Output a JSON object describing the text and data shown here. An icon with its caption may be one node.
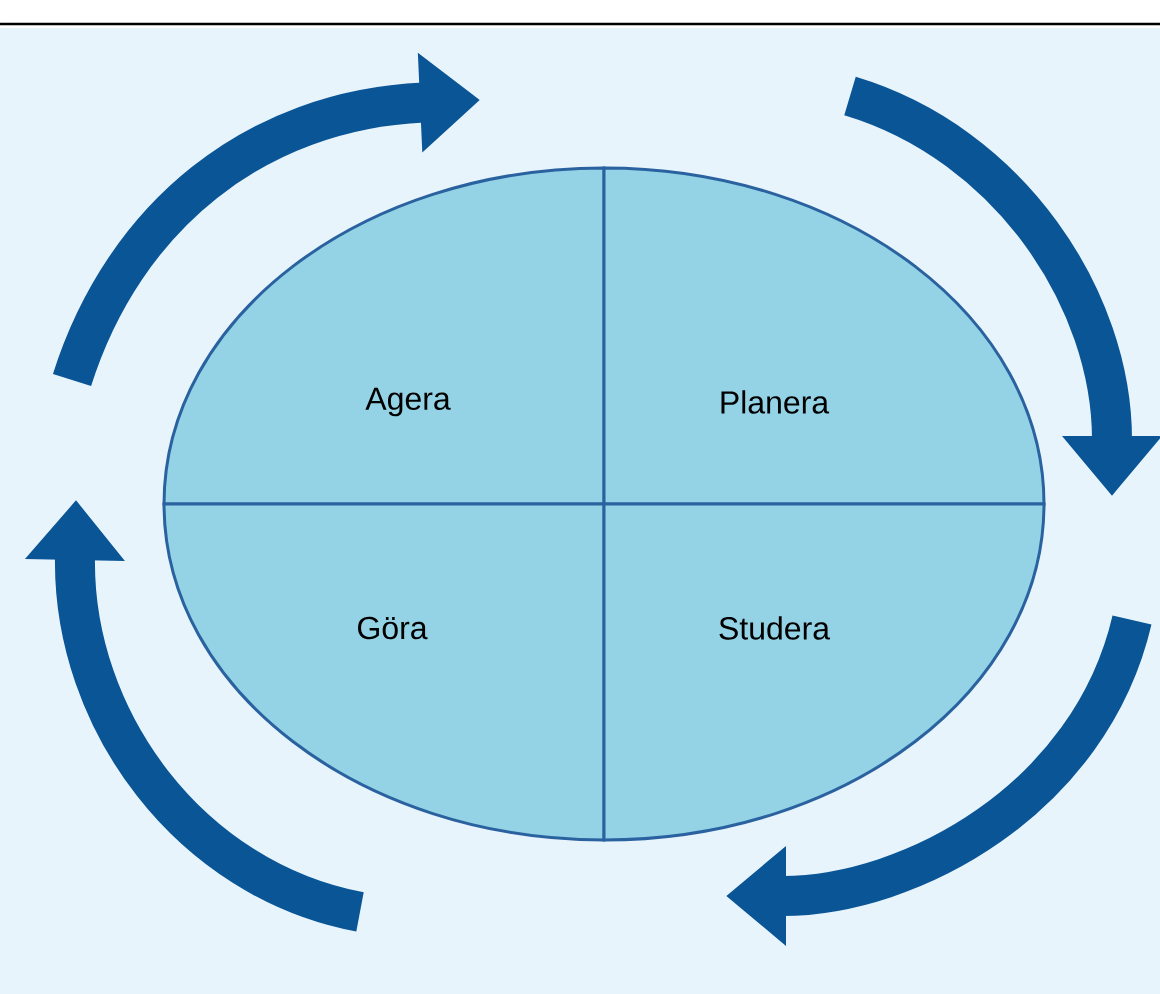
{
  "diagram": {
    "nodes": [
      {
        "text": [
          "Agera"
        ]
      },
      {
        "text": [
          "Planera"
        ]
      },
      {
        "text": [
          "Göra"
        ]
      },
      {
        "text": [
          "Studera"
        ]
      }
    ]
  }
}
